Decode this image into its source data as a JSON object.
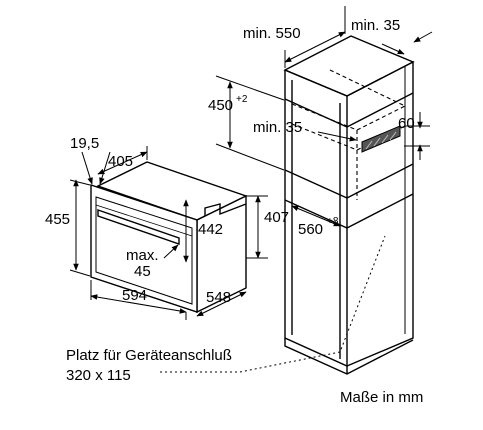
{
  "labels": {
    "min_550": "min. 550",
    "min_35_top": "min. 35",
    "h_450": "450",
    "h_450_sup": "+2",
    "min_35_mid": "min. 35",
    "v_60": "60",
    "w_560": "560",
    "w_560_sup": "+8",
    "d_19_5": "19,5",
    "w_405": "405",
    "h_455": "455",
    "h_442": "442",
    "h_407": "407",
    "max_label": "max.",
    "max_value": "45",
    "w_594": "594",
    "d_548": "548"
  },
  "notes": {
    "connection_line1": "Platz für Geräteanschluß",
    "connection_line2": "320 x 115",
    "units": "Maße in mm"
  }
}
